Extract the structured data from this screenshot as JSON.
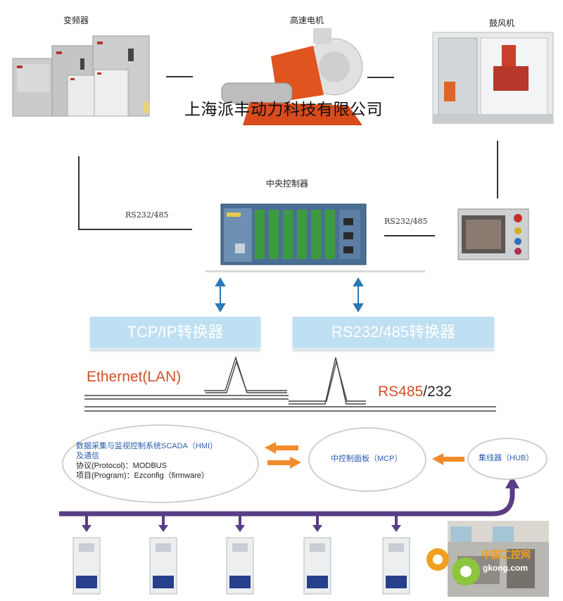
{
  "devices": {
    "inverter_label": "变频器",
    "motor_label": "高速电机",
    "blower_label": "鼓风机",
    "controller_label": "中央控制器"
  },
  "watermark_company": "上海派丰动力科技有限公司",
  "links": {
    "left_rs": "RS232/485",
    "right_rs": "RS232/485"
  },
  "converters": {
    "tcp": "TCP/IP转换器",
    "rs": "RS232/485转换器"
  },
  "networks": {
    "ethernet": "Ethernet(LAN)",
    "rs485_red": "RS485",
    "rs485_black": "/232"
  },
  "scada": {
    "line1": "数据采集与监视控制系统SCADA（HMI）",
    "line2": "及通信",
    "line3": "协议(Protocol)：MODBUS",
    "line4": "项目(Program)：Ezconfig（firmware）"
  },
  "mcp_label": "中控制面板（MCP）",
  "hub_label": "集线器（HUB）",
  "site_watermark": {
    "name": "中国工控网",
    "url": "gkong.com"
  },
  "colors": {
    "converter_fill": "#bfe0f3",
    "arrow_blue": "#2b77b8",
    "arrow_orange": "#f28c2a",
    "bus_purple": "#5a3d86",
    "ethernet_red": "#d2502a"
  }
}
